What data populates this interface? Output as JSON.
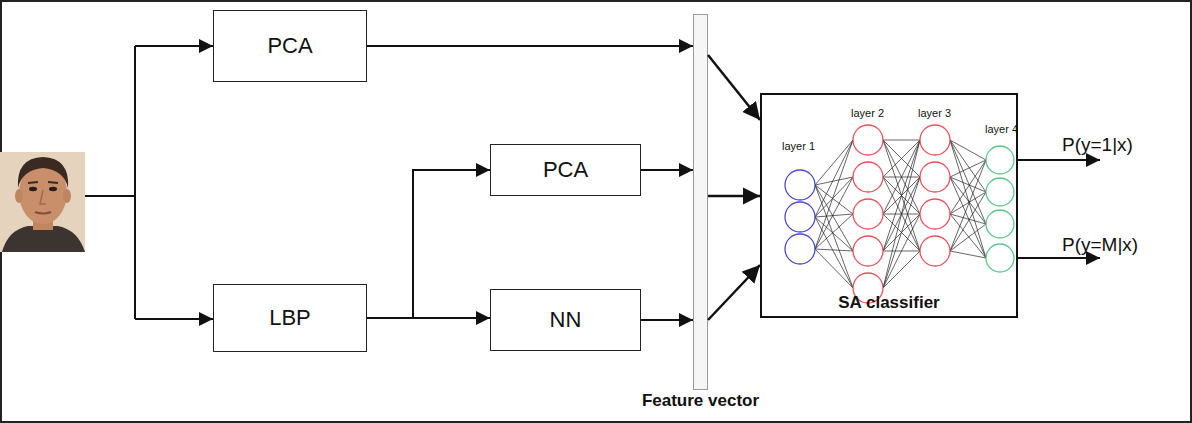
{
  "diagram": {
    "nodes": [
      {
        "text": [
          "PCA"
        ]
      },
      {
        "text": [
          "LBP"
        ]
      },
      {
        "text": [
          "PCA"
        ]
      },
      {
        "text": [
          "NN"
        ]
      },
      {
        "text": [
          "Feature vector"
        ]
      },
      {
        "text": [
          "SA classifier"
        ]
      }
    ],
    "edges": [
      {
        "from": 0,
        "to": 4,
        "arrow": "to"
      },
      {
        "from": 1,
        "to": 2,
        "arrow": "to"
      },
      {
        "from": 1,
        "to": 3,
        "arrow": "to"
      },
      {
        "from": 2,
        "to": 4,
        "arrow": "to"
      },
      {
        "from": 3,
        "to": 4,
        "arrow": "to"
      },
      {
        "from": 4,
        "to": 5,
        "arrow": "to"
      },
      {
        "from": 4,
        "to": 5,
        "arrow": "to"
      },
      {
        "from": 4,
        "to": 5,
        "arrow": "to"
      }
    ],
    "labels": [
      "layer 1",
      "layer 2",
      "layer 3",
      "layer 4",
      "P(y=1|x)",
      "P(y=M|x)"
    ]
  }
}
